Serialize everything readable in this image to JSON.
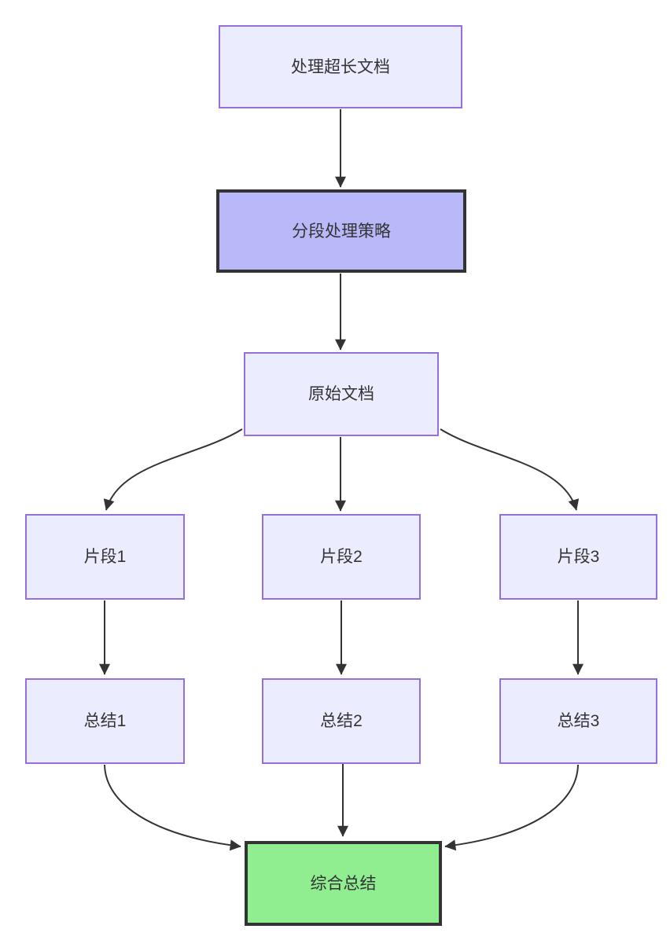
{
  "diagram": {
    "type": "flowchart-top-down",
    "background": "#ffffff",
    "edge_color": "#333333",
    "text_color": "#333333",
    "nodes": [
      {
        "id": "a",
        "label": "处理超长文档",
        "fill": "#ECECFF",
        "stroke": "#9370DB",
        "stroke_width": 2
      },
      {
        "id": "b",
        "label": "分段处理策略",
        "fill": "#B9B9F9",
        "stroke": "#333333",
        "stroke_width": 4
      },
      {
        "id": "c",
        "label": "原始文档",
        "fill": "#ECECFF",
        "stroke": "#9370DB",
        "stroke_width": 2
      },
      {
        "id": "d1",
        "label": "片段1",
        "fill": "#ECECFF",
        "stroke": "#9370DB",
        "stroke_width": 2
      },
      {
        "id": "d2",
        "label": "片段2",
        "fill": "#ECECFF",
        "stroke": "#9370DB",
        "stroke_width": 2
      },
      {
        "id": "d3",
        "label": "片段3",
        "fill": "#ECECFF",
        "stroke": "#9370DB",
        "stroke_width": 2
      },
      {
        "id": "e1",
        "label": "总结1",
        "fill": "#ECECFF",
        "stroke": "#9370DB",
        "stroke_width": 2
      },
      {
        "id": "e2",
        "label": "总结2",
        "fill": "#ECECFF",
        "stroke": "#9370DB",
        "stroke_width": 2
      },
      {
        "id": "e3",
        "label": "总结3",
        "fill": "#ECECFF",
        "stroke": "#9370DB",
        "stroke_width": 2
      },
      {
        "id": "f",
        "label": "综合总结",
        "fill": "#90EE90",
        "stroke": "#333333",
        "stroke_width": 4
      }
    ],
    "edges": [
      {
        "from": "处理超长文档",
        "to": "分段处理策略"
      },
      {
        "from": "分段处理策略",
        "to": "原始文档"
      },
      {
        "from": "原始文档",
        "to": "片段1"
      },
      {
        "from": "原始文档",
        "to": "片段2"
      },
      {
        "from": "原始文档",
        "to": "片段3"
      },
      {
        "from": "片段1",
        "to": "总结1"
      },
      {
        "from": "片段2",
        "to": "总结2"
      },
      {
        "from": "片段3",
        "to": "总结3"
      },
      {
        "from": "总结1",
        "to": "综合总结"
      },
      {
        "from": "总结2",
        "to": "综合总结"
      },
      {
        "from": "总结3",
        "to": "综合总结"
      }
    ]
  }
}
